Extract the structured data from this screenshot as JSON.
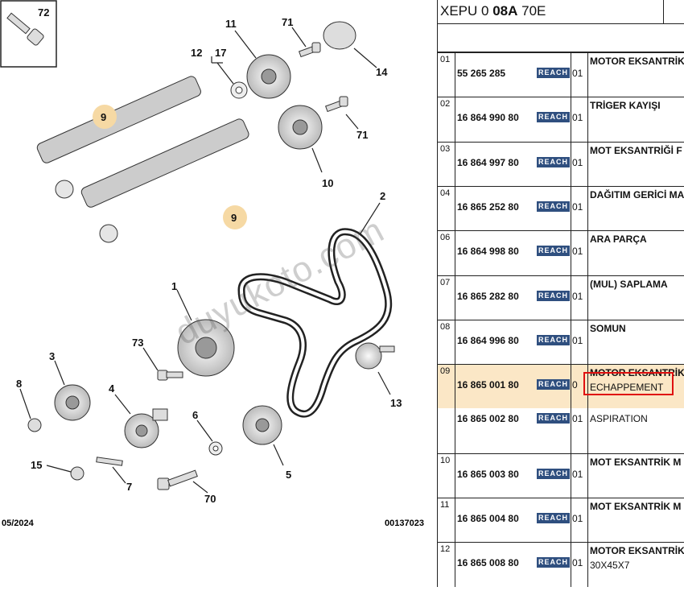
{
  "diagram": {
    "callouts": [
      "72",
      "11",
      "71",
      "14",
      "12",
      "17",
      "9",
      "71",
      "10",
      "9",
      "2",
      "1",
      "73",
      "3",
      "8",
      "4",
      "6",
      "13",
      "15",
      "7",
      "5",
      "70"
    ],
    "footer_left": "05/2024",
    "footer_right": "00137023",
    "watermark": "duyukoto.com"
  },
  "header": {
    "code_a": "XEPU 0 ",
    "code_b": "08A",
    "code_c": " 70E"
  },
  "reach_label": "REACH",
  "rows": [
    {
      "num": "01",
      "part": "55 265 285",
      "qty": "01",
      "desc": "MOTOR EKSANTRİK",
      "sub": ""
    },
    {
      "num": "02",
      "part": "16 864 990 80",
      "qty": "01",
      "desc": "TRİGER KAYIŞI",
      "sub": ""
    },
    {
      "num": "03",
      "part": "16 864 997 80",
      "qty": "01",
      "desc": "MOT EKSANTRİĞİ F",
      "sub": ""
    },
    {
      "num": "04",
      "part": "16 865 252 80",
      "qty": "01",
      "desc": "DAĞITIM GERİCİ MA",
      "sub": ""
    },
    {
      "num": "06",
      "part": "16 864 998 80",
      "qty": "01",
      "desc": "ARA PARÇA",
      "sub": ""
    },
    {
      "num": "07",
      "part": "16 865 282 80",
      "qty": "01",
      "desc": "(MUL) SAPLAMA",
      "sub": ""
    },
    {
      "num": "08",
      "part": "16 864 996 80",
      "qty": "01",
      "desc": "SOMUN",
      "sub": ""
    },
    {
      "num": "09",
      "part": "16 865 001 80",
      "qty": "0",
      "desc": "MOTOR EKSANTRİK",
      "sub": "ECHAPPEMENT"
    },
    {
      "num": "",
      "part": "16 865 002 80",
      "qty": "01",
      "desc": "",
      "sub": "ASPIRATION"
    },
    {
      "num": "10",
      "part": "16 865 003 80",
      "qty": "01",
      "desc": "MOT EKSANTRİK M",
      "sub": ""
    },
    {
      "num": "11",
      "part": "16 865 004 80",
      "qty": "01",
      "desc": "MOT EKSANTRİK M",
      "sub": ""
    },
    {
      "num": "12",
      "part": "16 865 008 80",
      "qty": "01",
      "desc": "MOTOR EKSANTRİK",
      "sub": "30X45X7"
    }
  ],
  "colors": {
    "highlight_row": "#fbe7c6",
    "callout_circle": "#f6d9a4",
    "selection_box": "#e01010",
    "reach_badge": "#2f4f7f"
  }
}
